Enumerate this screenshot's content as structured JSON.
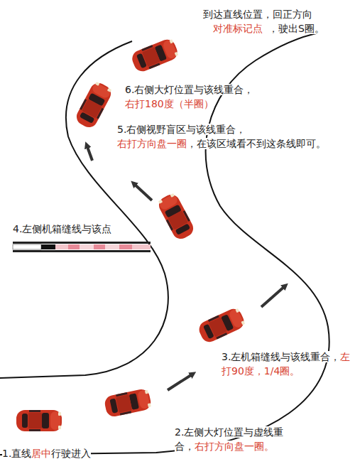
{
  "diagram": {
    "labels": [
      "到达直线位置，回正方向",
      "对准标记点",
      "，驶出S圈。",
      "6.右侧大灯位置与该线重合，",
      "右打180度（半圈）",
      "5.右侧视野盲区与该线重合，",
      "右打方向盘一圈",
      "，在该区域看不到这条线即可。",
      "4.左侧机箱缝线与该点",
      "3.左机箱缝线与该线重合，",
      "左打90度，1/4圈。",
      "2.左侧大灯位置与虚线重合，",
      "右打方向盘一圈。",
      "1.直线",
      "居中",
      "行驶进入"
    ]
  }
}
